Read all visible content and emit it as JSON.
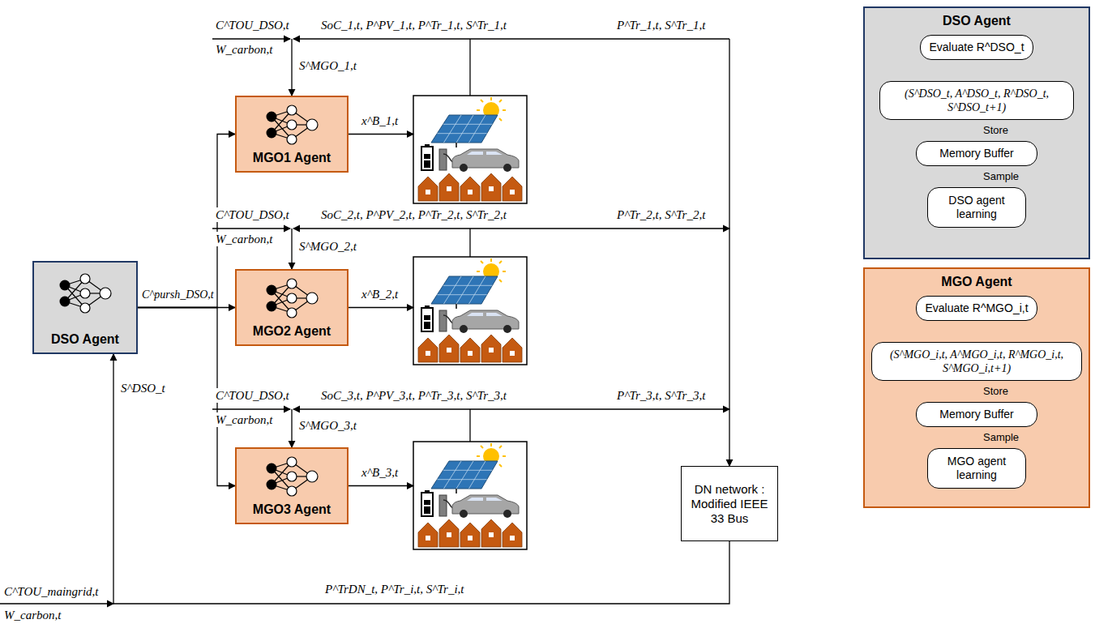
{
  "diagram": {
    "nodes": [
      {
        "text": [
          "DSO Agent"
        ]
      },
      {
        "text": [
          "MGO1 Agent"
        ]
      },
      {
        "text": [
          "MGO2 Agent"
        ]
      },
      {
        "text": [
          "MGO3 Agent"
        ]
      },
      {
        "text": [
          "DN network : Modified IEEE 33 Bus"
        ]
      },
      {
        "text": [
          "DSO Agent"
        ]
      },
      {
        "text": [
          "Evaluate R^DSO_t"
        ],
        "in": 5
      },
      {
        "text": [
          "(S^DSO_t, A^DSO_t, R^DSO_t, S^DSO_t+1)"
        ],
        "in": 5
      },
      {
        "text": [
          "Memory Buffer"
        ],
        "in": 5
      },
      {
        "text": [
          "DSO agent learning"
        ],
        "in": 5
      },
      {
        "text": [
          "MGO Agent"
        ]
      },
      {
        "text": [
          "Evaluate R^MGO_i,t"
        ],
        "in": 10
      },
      {
        "text": [
          "(S^MGO_i,t, A^MGO_i,t, R^MGO_i,t, S^MGO_i,t+1)"
        ],
        "in": 10
      },
      {
        "text": [
          "Memory Buffer"
        ],
        "in": 10
      },
      {
        "text": [
          "MGO agent learning"
        ],
        "in": 10
      }
    ],
    "edges": [
      {
        "from": 0,
        "to": 1,
        "arrow": "to"
      },
      {
        "from": 0,
        "to": 2,
        "arrow": "to",
        "label": "C^pursh_DSO,t"
      },
      {
        "from": 0,
        "to": 3,
        "arrow": "to"
      },
      {
        "from": 4,
        "to": 0,
        "arrow": "to",
        "label": "P^TrDN_t, P^Tr_i,t, S^Tr_i,t"
      },
      {
        "from": 6,
        "to": 7,
        "arrow": "to"
      },
      {
        "from": 7,
        "to": 8,
        "arrow": "to",
        "label": "Store"
      },
      {
        "from": 8,
        "to": 9,
        "arrow": "to",
        "label": "Sample"
      },
      {
        "from": 11,
        "to": 12,
        "arrow": "to"
      },
      {
        "from": 12,
        "to": 13,
        "arrow": "to",
        "label": "Store"
      },
      {
        "from": 13,
        "to": 14,
        "arrow": "to",
        "label": "Sample"
      }
    ],
    "labels": [
      "C^TOU_DSO,t",
      "W_carbon,t",
      "SoC_1,t, P^PV_1,t, P^Tr_1,t, S^Tr_1,t",
      "P^Tr_1,t, S^Tr_1,t",
      "S^MGO_1,t",
      "x^B_1,t",
      "C^TOU_DSO,t",
      "W_carbon,t",
      "SoC_2,t, P^PV_2,t, P^Tr_2,t, S^Tr_2,t",
      "P^Tr_2,t, S^Tr_2,t",
      "S^MGO_2,t",
      "x^B_2,t",
      "C^TOU_DSO,t",
      "W_carbon,t",
      "SoC_3,t, P^PV_3,t, P^Tr_3,t, S^Tr_3,t",
      "P^Tr_3,t, S^Tr_3,t",
      "S^MGO_3,t",
      "x^B_3,t",
      "S^DSO_t",
      "C^TOU_maingrid,t",
      "W_carbon,t"
    ]
  }
}
